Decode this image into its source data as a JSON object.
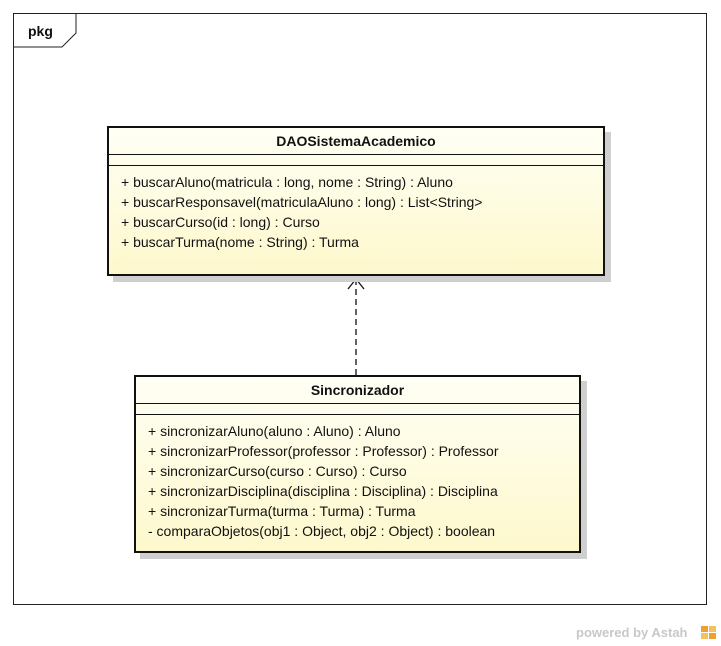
{
  "frame": {
    "label": "pkg"
  },
  "classes": [
    {
      "name": "DAOSistemaAcademico",
      "operations": [
        "+ buscarAluno(matricula : long, nome : String) : Aluno",
        "+ buscarResponsavel(matriculaAluno : long) : List<String>",
        "+ buscarCurso(id : long) : Curso",
        "+ buscarTurma(nome : String) : Turma"
      ]
    },
    {
      "name": "Sincronizador",
      "operations": [
        "+ sincronizarAluno(aluno : Aluno) : Aluno",
        "+ sincronizarProfessor(professor : Professor) : Professor",
        "+ sincronizarCurso(curso : Curso) : Curso",
        "+ sincronizarDisciplina(disciplina : Disciplina) : Disciplina",
        "+ sincronizarTurma(turma : Turma) : Turma",
        "- comparaObjetos(obj1 : Object, obj2 : Object) : boolean"
      ]
    }
  ],
  "relationships": [
    {
      "type": "dependency",
      "from": "Sincronizador",
      "to": "DAOSistemaAcademico"
    }
  ],
  "watermark": "powered by Astah",
  "colors": {
    "class_fill_top": "#fffff5",
    "class_fill_bottom": "#fdf8cc",
    "border": "#111111",
    "shadow": "#cfcfcf",
    "watermark": "#c8c8c8",
    "logo_orange": "#f0a030"
  }
}
